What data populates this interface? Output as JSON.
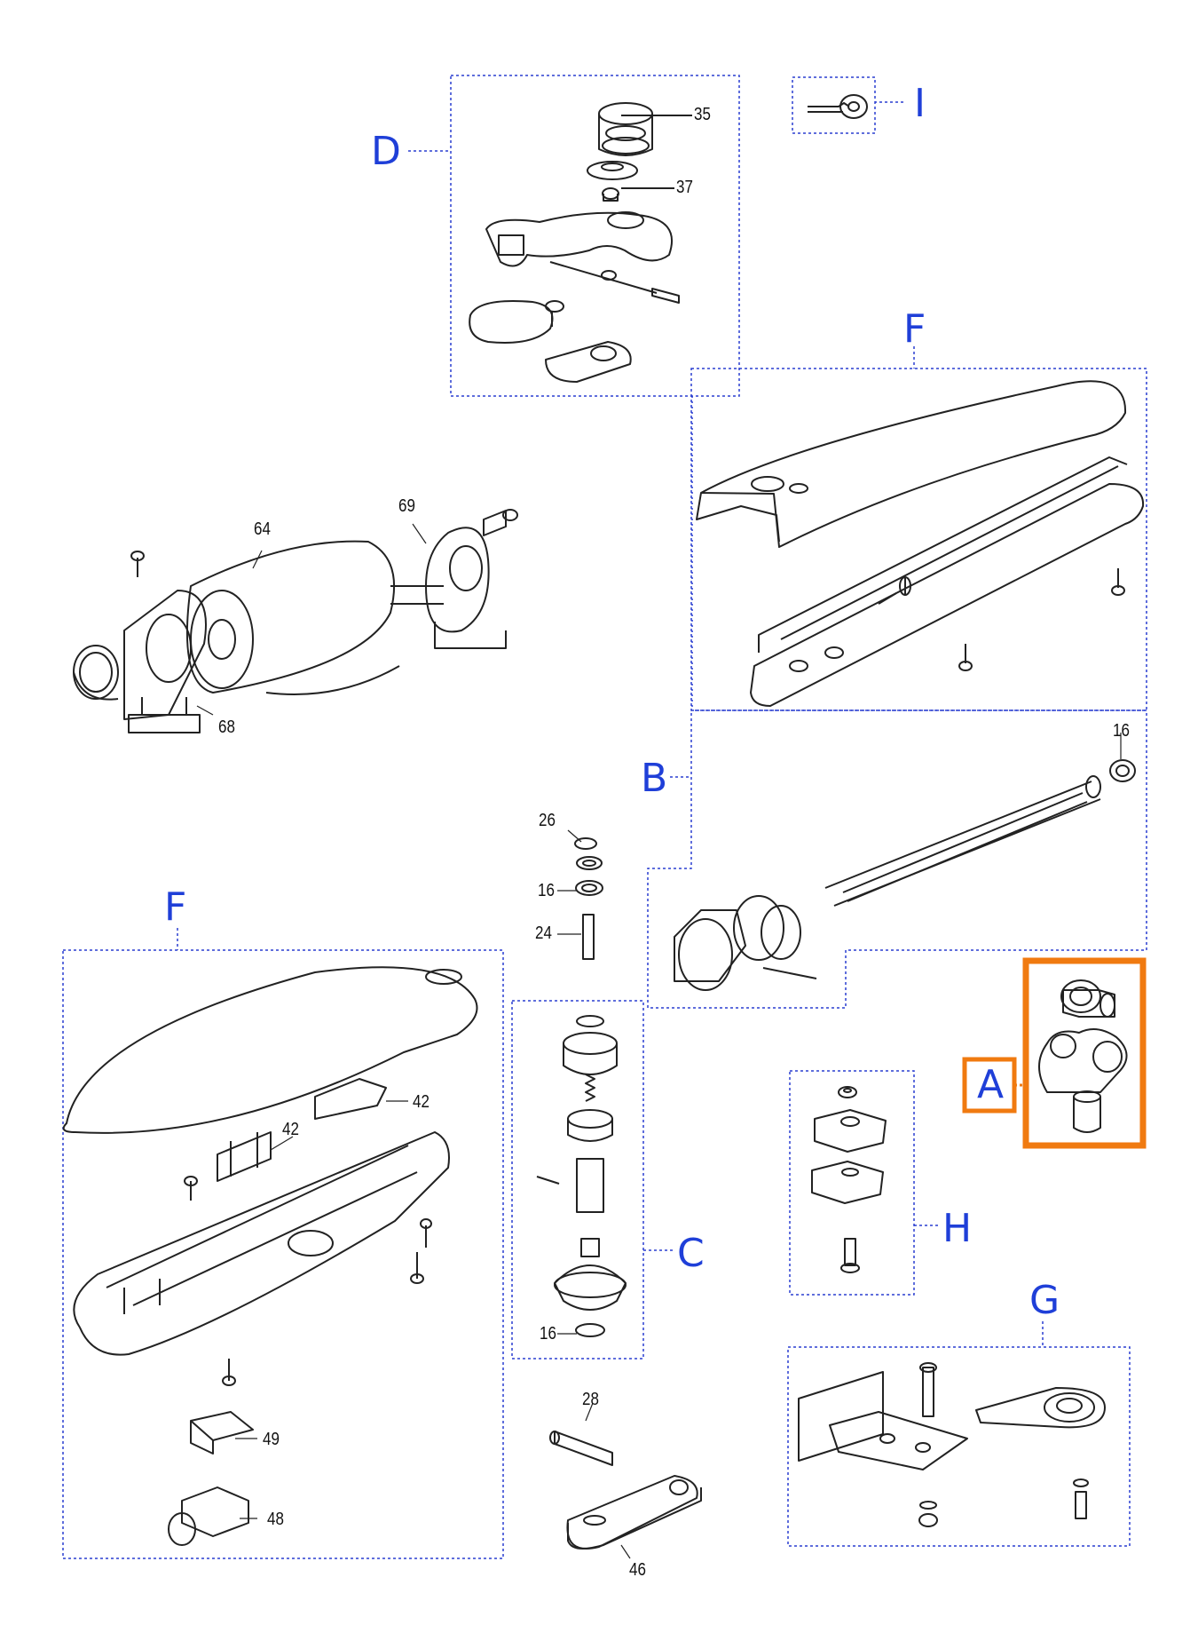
{
  "groups": {
    "a": "A",
    "b": "B",
    "c": "C",
    "d": "D",
    "f_upper": "F",
    "f_lower": "F",
    "g": "G",
    "h": "H",
    "i": "I"
  },
  "part_numbers": {
    "p35": "35",
    "p37": "37",
    "p64": "64",
    "p69": "69",
    "p68": "68",
    "p16_top": "16",
    "p26": "26",
    "p16_mid": "16",
    "p24": "24",
    "p42_right": "42",
    "p42_left": "42",
    "p16_low": "16",
    "p49": "49",
    "p48": "48",
    "p28": "28",
    "p46": "46"
  },
  "colors": {
    "group_label": "#1f3fd8",
    "highlight": "#f07a10",
    "dashed_box": "#2a3fd0",
    "linework": "#222222"
  }
}
